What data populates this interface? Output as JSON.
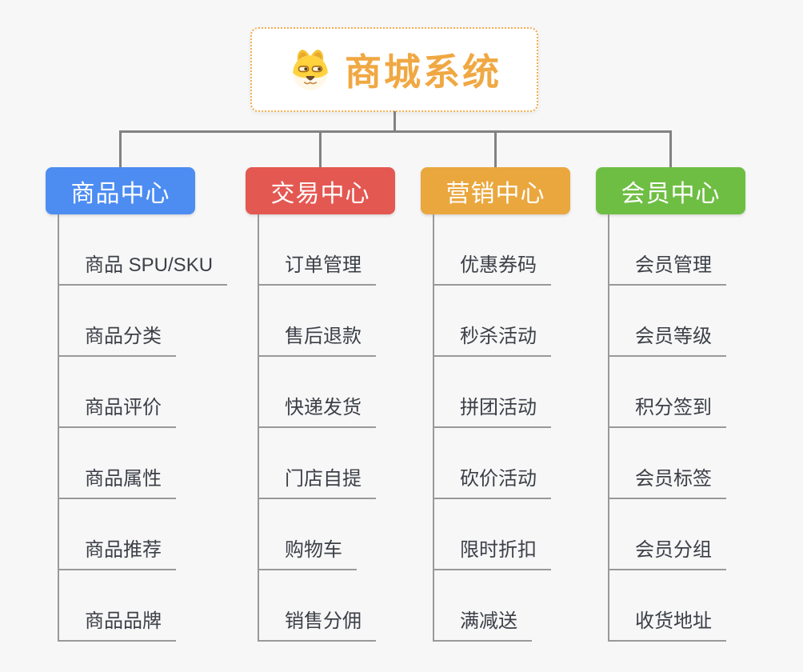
{
  "canvas": {
    "background": "#F7F7F7",
    "connector_color": "#828282",
    "branch_line_color": "#999999"
  },
  "root": {
    "title": "商城系统",
    "icon": "dog-face-icon",
    "title_color": "#F0A843",
    "border_color": "#F2AC4E",
    "background": "#FFFFFF"
  },
  "branches": [
    {
      "label": "商品中心",
      "color": "#4D8DF2",
      "items": [
        "商品 SPU/SKU",
        "商品分类",
        "商品评价",
        "商品属性",
        "商品推荐",
        "商品品牌"
      ]
    },
    {
      "label": "交易中心",
      "color": "#E45852",
      "items": [
        "订单管理",
        "售后退款",
        "快递发货",
        "门店自提",
        "购物车",
        "销售分佣"
      ]
    },
    {
      "label": "营销中心",
      "color": "#EAA73E",
      "items": [
        "优惠券码",
        "秒杀活动",
        "拼团活动",
        "砍价活动",
        "限时折扣",
        "满减送"
      ]
    },
    {
      "label": "会员中心",
      "color": "#6FBE44",
      "items": [
        "会员管理",
        "会员等级",
        "积分签到",
        "会员标签",
        "会员分组",
        "收货地址"
      ]
    }
  ]
}
